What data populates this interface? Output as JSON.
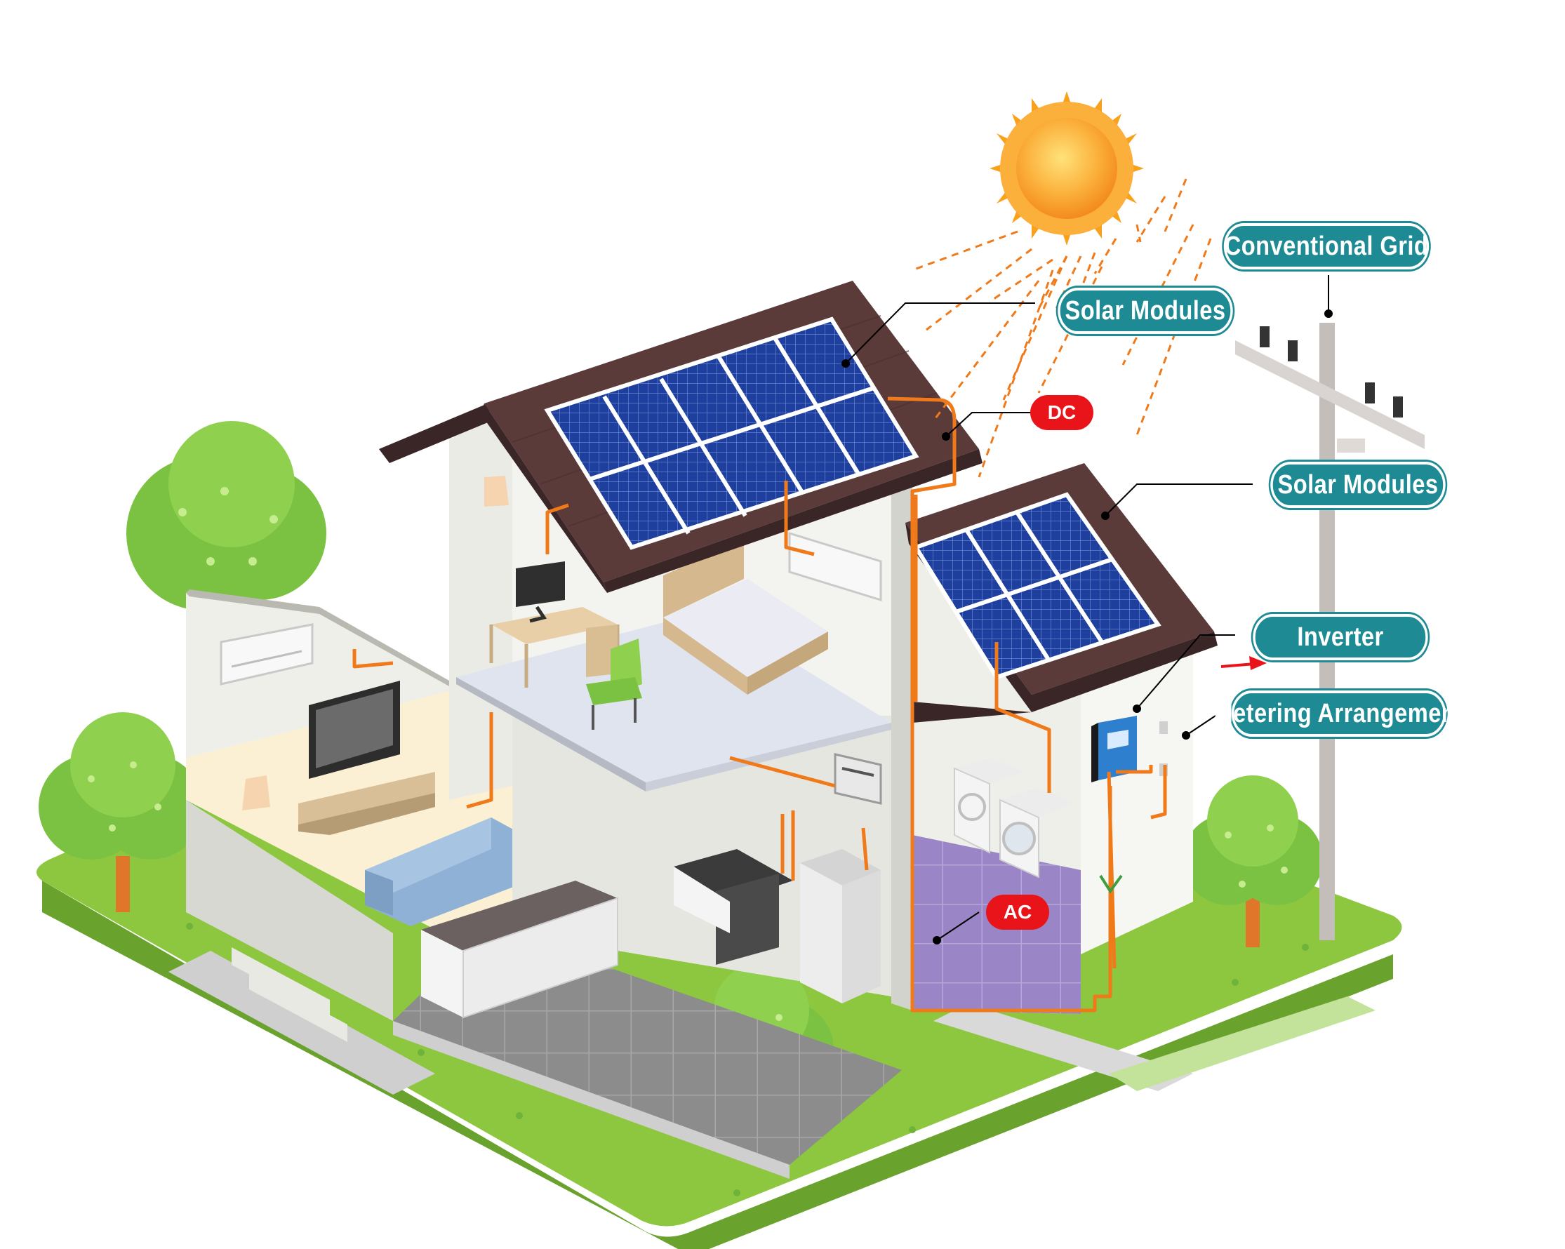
{
  "labels": {
    "conventional_grid": "Conventional Grid",
    "solar_modules_upper": "Solar Modules",
    "solar_modules_lower": "Solar Modules",
    "inverter": "Inverter",
    "metering": "Metering Arrangement",
    "dc": "DC",
    "ac": "AC"
  },
  "colors": {
    "label_bg": "#1d8a94",
    "tag_bg": "#e8141a",
    "wire": "#f07a1a",
    "sun": "#f9a11b",
    "roof": "#5a3b3a",
    "panel": "#1f3f9e",
    "grass": "#8dc63f",
    "tree": "#7cc242"
  }
}
